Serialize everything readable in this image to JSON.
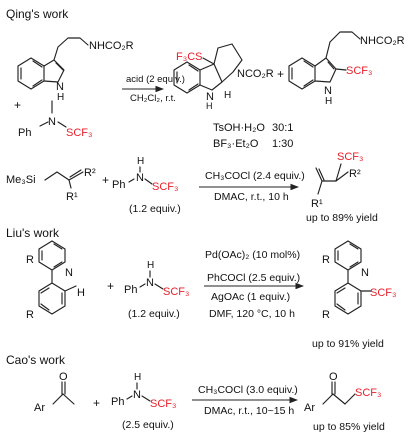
{
  "sections": {
    "qing": "Qing's work",
    "liu": "Liu's work",
    "cao": "Cao's work"
  },
  "qing": {
    "nhco2r": "NHCO₂R",
    "nh": "N",
    "h": "H",
    "reagent_ph": "Ph",
    "reagent_n": "N",
    "reagent_scf3": "SCF₃",
    "arrow_top": "acid (2 equiv.)",
    "arrow_bottom": "CH₂Cl₂, r.t.",
    "p1_f3cs": "F₃CS",
    "p1_nco2r": "NCO₂R",
    "p1_nh": "N",
    "p1_h": "H",
    "p1_h2": "H",
    "plus": "+",
    "p2_nhco2r": "NHCO₂R",
    "p2_scf3": "SCF₃",
    "p2_n": "N",
    "p2_h": "H",
    "ratio1_acid": "TsOH·H₂O",
    "ratio1_val": "30:1",
    "ratio2_acid": "BF₃·Et₂O",
    "ratio2_val": "1:30"
  },
  "allyl": {
    "me3si": "Me₃Si",
    "r2": "R²",
    "r1": "R¹",
    "plus": "+",
    "ph": "Ph",
    "h": "H",
    "n": "N",
    "scf3": "SCF₃",
    "equiv": "(1.2 equiv.)",
    "arrow_top": "CH₃COCl (2.4 equiv.)",
    "arrow_bottom": "DMAC, r.t., 10 h",
    "prod_scf3": "SCF₃",
    "prod_r1": "R¹",
    "prod_r2": "R²",
    "yield": "up to 89% yield"
  },
  "liu": {
    "n": "N",
    "r_top": "R",
    "r_bot": "R",
    "h": "H",
    "plus": "+",
    "ph": "Ph",
    "nh_h": "H",
    "nh_n": "N",
    "scf3": "SCF₃",
    "equiv": "(1.2 equiv.)",
    "arrow_1": "Pd(OAc)₂ (10 mol%)",
    "arrow_2": "PhCOCl (2.5 equiv.)",
    "arrow_3": "AgOAc (1 equiv.)",
    "arrow_4": "DMF, 120 °C, 10 h",
    "prod_n": "N",
    "prod_r_top": "R",
    "prod_r_bot": "R",
    "prod_scf3": "SCF₃",
    "yield": "up to 91% yield"
  },
  "cao": {
    "ar": "Ar",
    "o": "O",
    "plus": "+",
    "ph": "Ph",
    "h": "H",
    "n": "N",
    "scf3": "SCF₃",
    "equiv": "(2.5 equiv.)",
    "arrow_top": "CH₃COCl (3.0 equiv.)",
    "arrow_bottom": "DMAc, r.t., 10~15 h",
    "prod_ar": "Ar",
    "prod_o": "O",
    "prod_scf3": "SCF₃",
    "yield": "up to 85% yield"
  }
}
